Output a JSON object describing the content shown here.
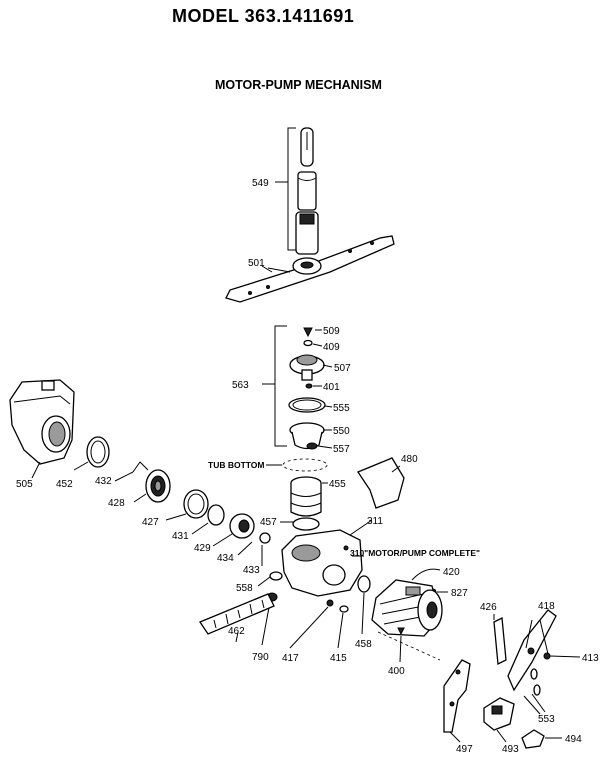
{
  "header": {
    "model_title": "MODEL 363.1411691",
    "section_title": "MOTOR-PUMP MECHANISM"
  },
  "annotations": {
    "tub_bottom": "TUB BOTTOM",
    "motor_pump_complete": "310\"MOTOR/PUMP COMPLETE\""
  },
  "part_labels": {
    "p549": "549",
    "p501": "501",
    "p509": "509",
    "p409": "409",
    "p507": "507",
    "p563": "563",
    "p401": "401",
    "p555": "555",
    "p550": "550",
    "p557": "557",
    "p480": "480",
    "p505": "505",
    "p452": "452",
    "p432": "432",
    "p428": "428",
    "p455": "455",
    "p427": "427",
    "p431": "431",
    "p429": "429",
    "p457": "457",
    "p311": "311",
    "p434": "434",
    "p433": "433",
    "p420": "420",
    "p558": "558",
    "p827": "827",
    "p426": "426",
    "p418": "418",
    "p462": "462",
    "p790": "790",
    "p417": "417",
    "p415": "415",
    "p458": "458",
    "p400": "400",
    "p413": "413",
    "p553": "553",
    "p497": "497",
    "p493": "493",
    "p494": "494"
  }
}
